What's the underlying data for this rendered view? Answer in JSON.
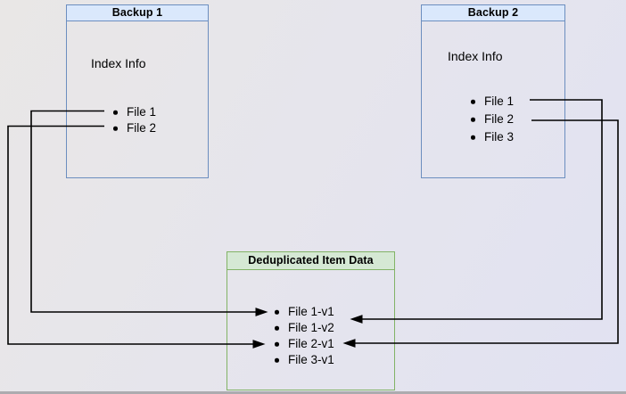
{
  "backup1": {
    "title": "Backup 1",
    "section_label": "Index Info",
    "files": [
      "File 1",
      "File 2"
    ]
  },
  "backup2": {
    "title": "Backup 2",
    "section_label": "Index Info",
    "files": [
      "File 1",
      "File 2",
      "File 3"
    ]
  },
  "dedup": {
    "title": "Deduplicated Item Data",
    "items": [
      "File 1-v1",
      "File 1-v2",
      "File 2-v1",
      "File 3-v1"
    ]
  },
  "connections": [
    {
      "from": "Backup 1 / File 1",
      "to": "File 1-v1"
    },
    {
      "from": "Backup 1 / File 2",
      "to": "File 2-v1"
    },
    {
      "from": "Backup 2 / File 1",
      "to": "File 1-v2"
    },
    {
      "from": "Backup 2 / File 2",
      "to": "File 2-v1"
    }
  ],
  "colors": {
    "backup_border": "#6c8ebf",
    "backup_title_fill": "#dae8fc",
    "dedup_border": "#82b366",
    "dedup_title_fill": "#d5e8d4",
    "connector": "#000000",
    "background_left": "#e9e7e6",
    "background_right": "#e1e2f2"
  }
}
